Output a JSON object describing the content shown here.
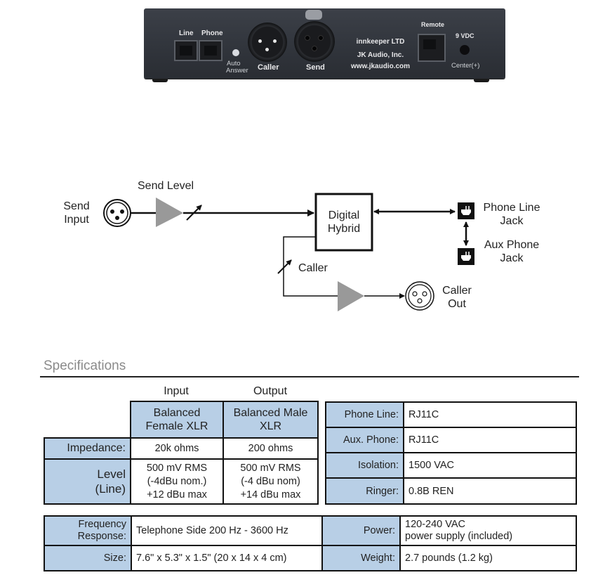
{
  "device": {
    "ports": {
      "line": "Line",
      "phone": "Phone",
      "auto_answer": [
        "Auto",
        "Answer"
      ],
      "caller": "Caller",
      "send": "Send",
      "remote": "Remote",
      "power": "9 VDC",
      "polarity": "Center(+)"
    },
    "brand": [
      "innkeeper LTD",
      "JK Audio, Inc.",
      "www.jkaudio.com"
    ]
  },
  "diagram": {
    "send_input": [
      "Send",
      "Input"
    ],
    "send_level": "Send Level",
    "hybrid": [
      "Digital",
      "Hybrid"
    ],
    "phone_line_jack": [
      "Phone Line",
      "Jack"
    ],
    "aux_phone_jack": [
      "Aux Phone",
      "Jack"
    ],
    "caller": "Caller",
    "caller_out": [
      "Caller",
      "Out"
    ]
  },
  "specifications": {
    "title": "Specifications",
    "audio": {
      "columns": [
        "Input",
        "Output"
      ],
      "connectors": [
        [
          "Balanced",
          "Female XLR"
        ],
        [
          "Balanced Male",
          "XLR"
        ]
      ],
      "rows": [
        {
          "label": [
            "Impedance:"
          ],
          "input": [
            "20k ohms"
          ],
          "output": [
            "200 ohms"
          ]
        },
        {
          "label": [
            "Level",
            "(Line)"
          ],
          "input": [
            "500 mV RMS",
            "(-4dBu nom.)",
            "+12 dBu max"
          ],
          "output": [
            "500 mV RMS",
            "(-4 dBu nom)",
            "+14 dBu max"
          ]
        }
      ]
    },
    "phone": [
      {
        "label": "Phone Line:",
        "value": "RJ11C"
      },
      {
        "label": "Aux. Phone:",
        "value": "RJ11C"
      },
      {
        "label": "Isolation:",
        "value": "1500 VAC"
      },
      {
        "label": "Ringer:",
        "value": "0.8B REN"
      }
    ],
    "general": {
      "frequency_label": [
        "Frequency",
        "Response:"
      ],
      "frequency_value": "Telephone Side 200 Hz - 3600 Hz",
      "size_label": "Size:",
      "size_value": "7.6\" x 5.3\" x 1.5\" (20 x 14 x 4 cm)",
      "power_label": "Power:",
      "power_value": [
        "120-240 VAC",
        "power supply (included)"
      ],
      "weight_label": "Weight:",
      "weight_value": "2.7 pounds (1.2 kg)"
    }
  }
}
